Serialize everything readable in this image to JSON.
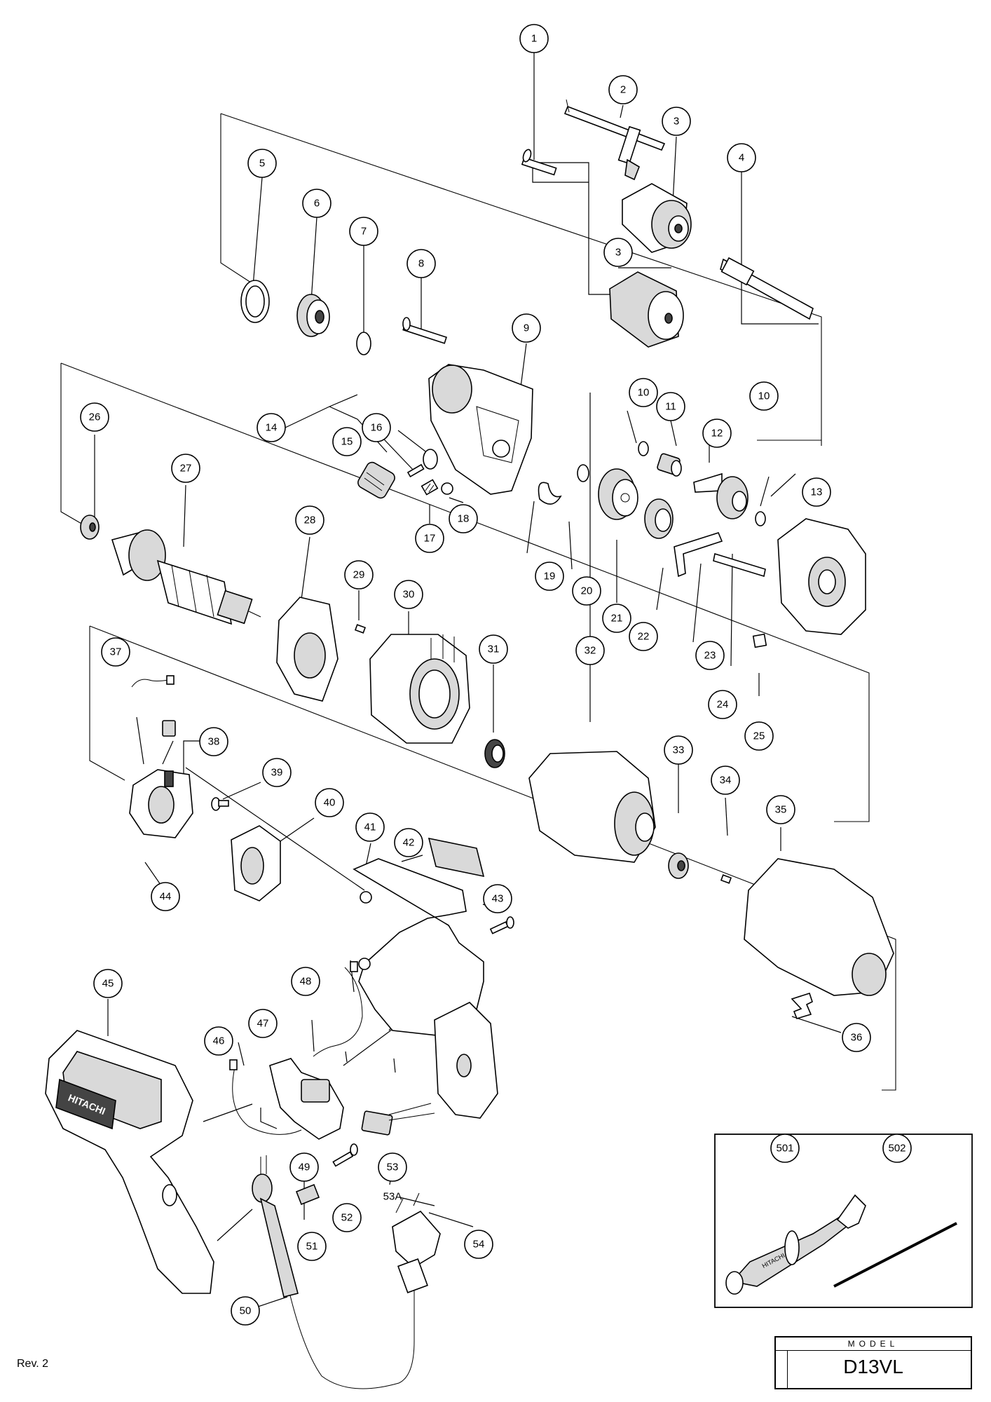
{
  "callouts": [
    "1",
    "2",
    "3",
    "3",
    "4",
    "5",
    "6",
    "7",
    "8",
    "9",
    "10",
    "10",
    "11",
    "12",
    "13",
    "14",
    "15",
    "16",
    "17",
    "18",
    "19",
    "20",
    "21",
    "22",
    "23",
    "24",
    "25",
    "26",
    "27",
    "28",
    "29",
    "30",
    "31",
    "32",
    "33",
    "34",
    "35",
    "36",
    "37",
    "38",
    "39",
    "40",
    "41",
    "42",
    "43",
    "44",
    "45",
    "46",
    "47",
    "48",
    "49",
    "50",
    "51",
    "52",
    "53",
    "53A",
    "54",
    "501",
    "502"
  ],
  "brand_label": "HITACHI",
  "grip_label": "HITACHI",
  "footer": {
    "revision": "Rev. 2"
  },
  "model": {
    "label": "MODEL",
    "value": "D13VL"
  }
}
